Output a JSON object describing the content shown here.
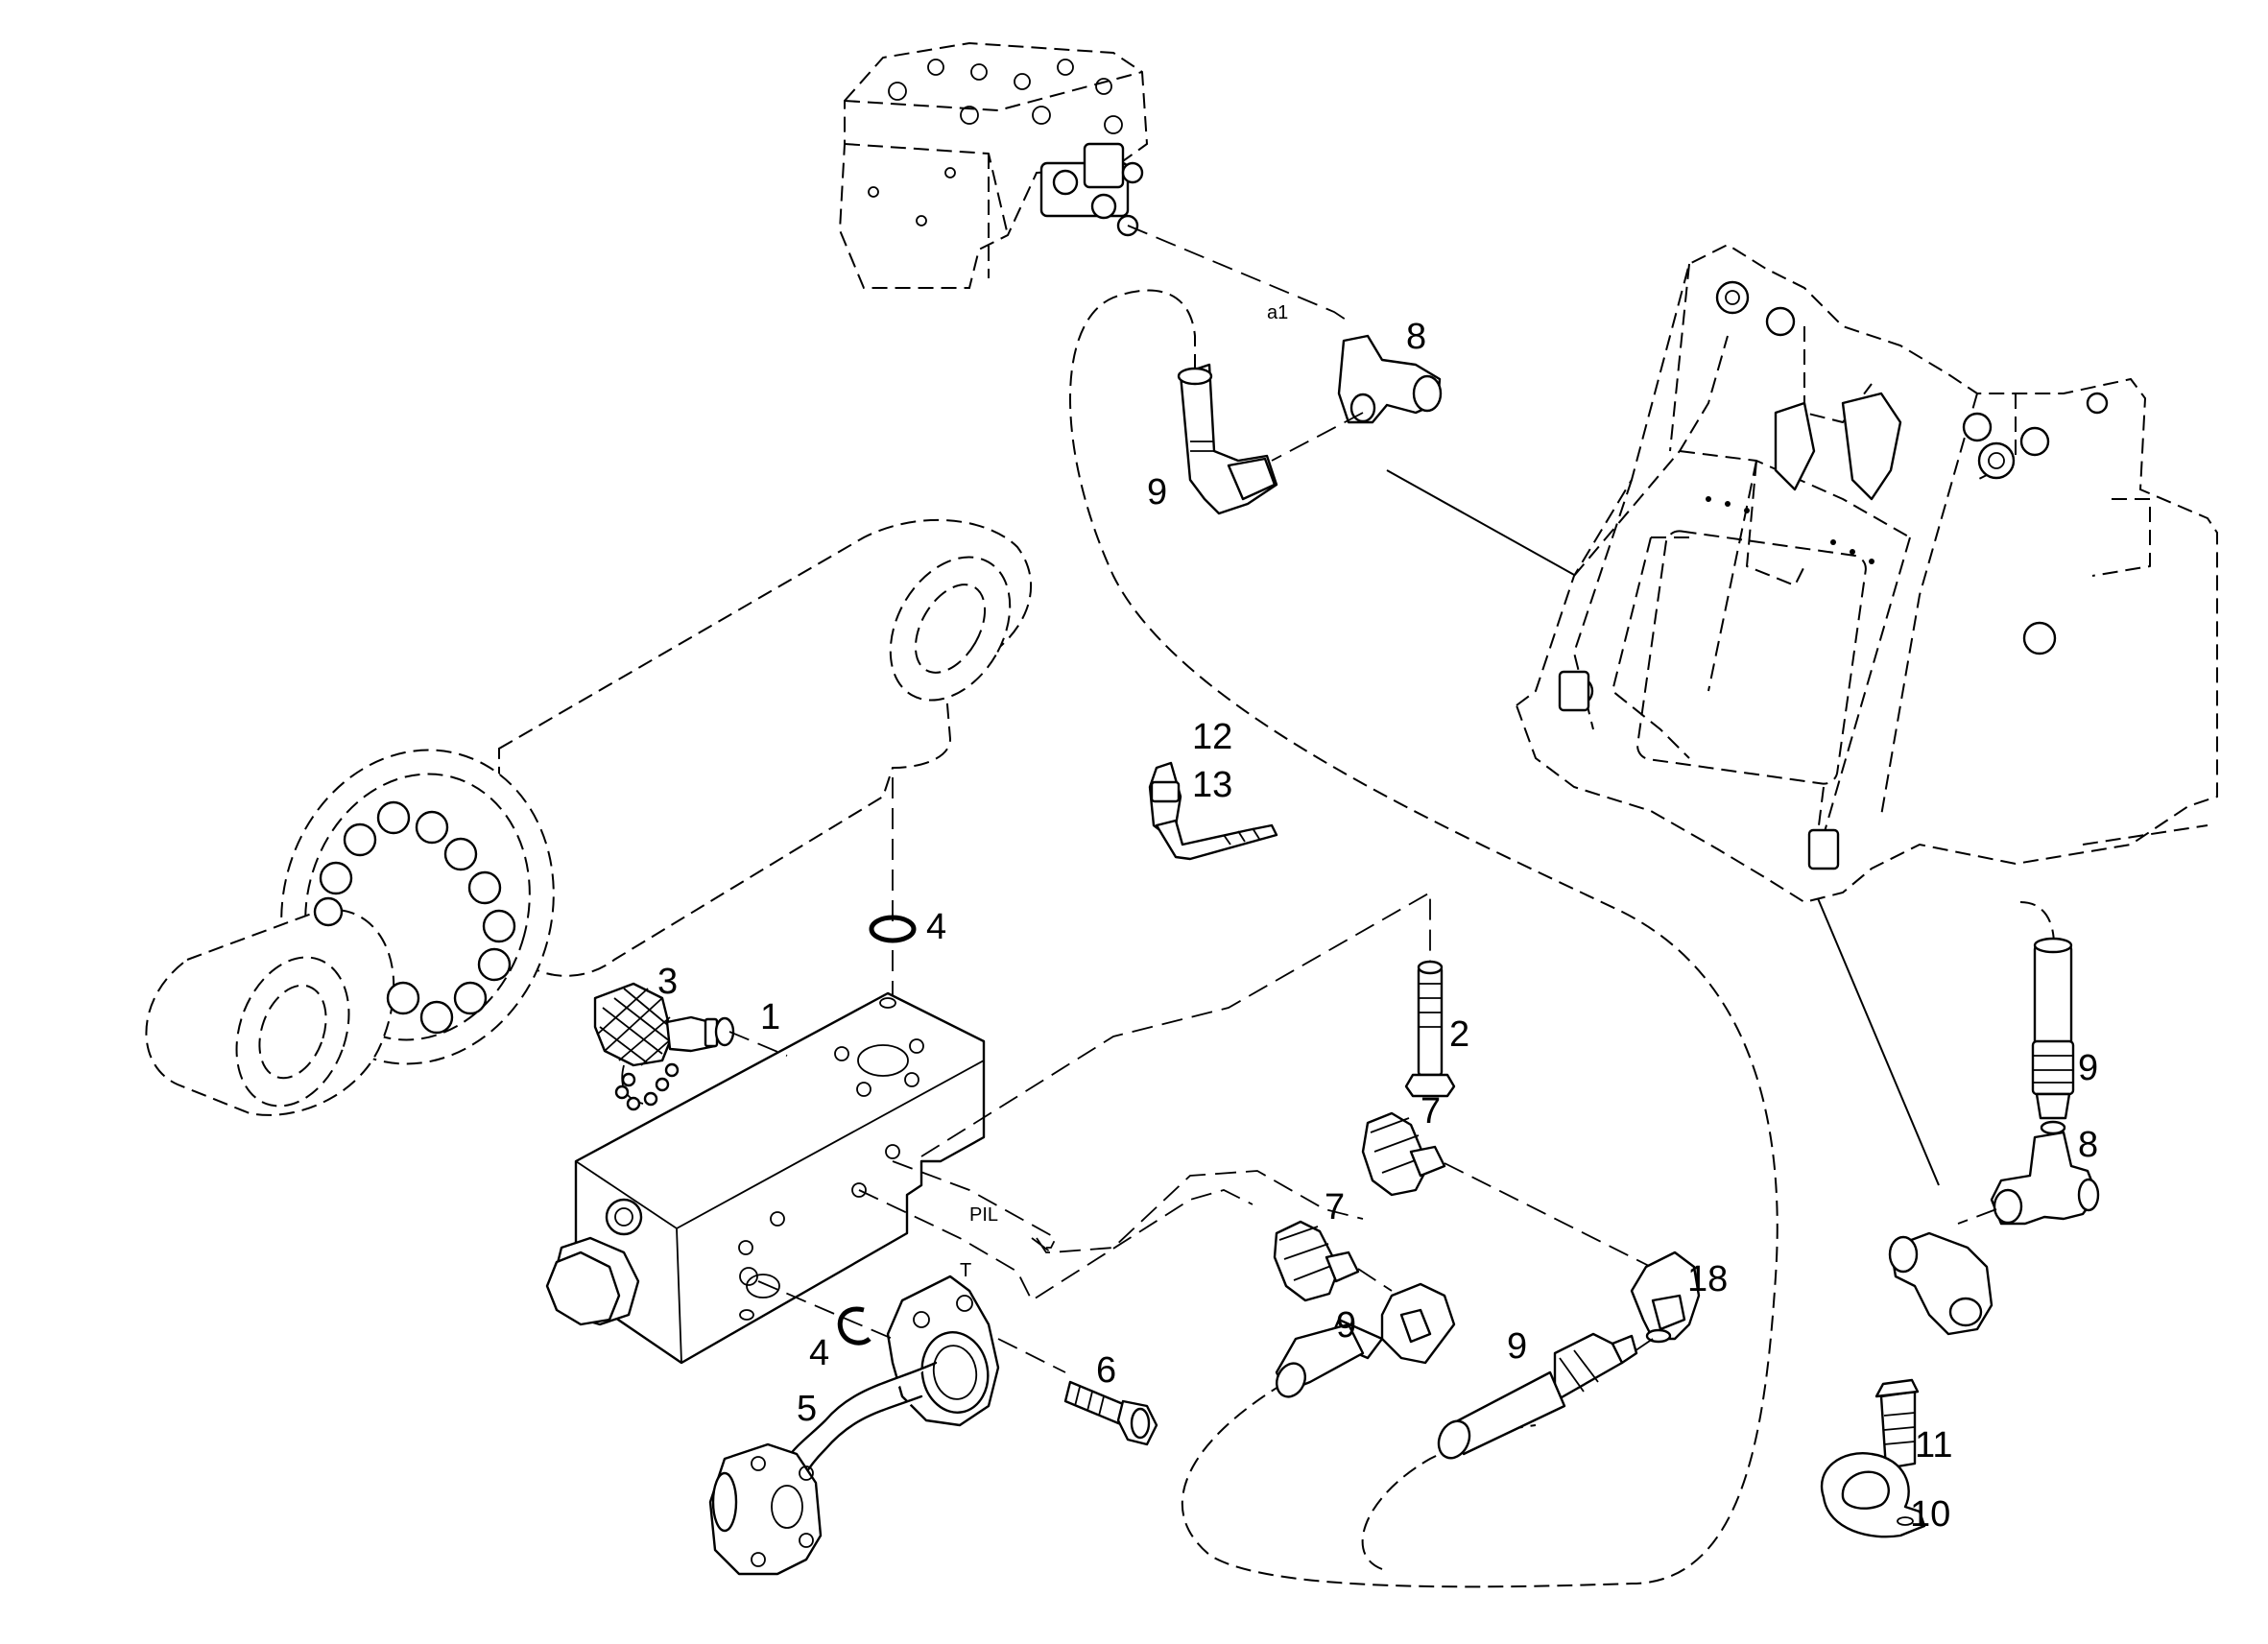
{
  "callouts": {
    "c1": "1",
    "c2": "2",
    "c3": "3",
    "c4a": "4",
    "c4b": "4",
    "c5": "5",
    "c6": "6",
    "c7a": "7",
    "c7b": "7",
    "c8a": "8",
    "c8b": "8",
    "c9a": "9",
    "c9b": "9",
    "c9c": "9",
    "c9d": "9",
    "c10": "10",
    "c11": "11",
    "c12": "12",
    "c13": "13",
    "c18": "18"
  },
  "port_labels": {
    "a1": "a1",
    "pil": "PIL",
    "t": "T"
  },
  "colors": {
    "line": "#000000",
    "background": "#ffffff"
  }
}
